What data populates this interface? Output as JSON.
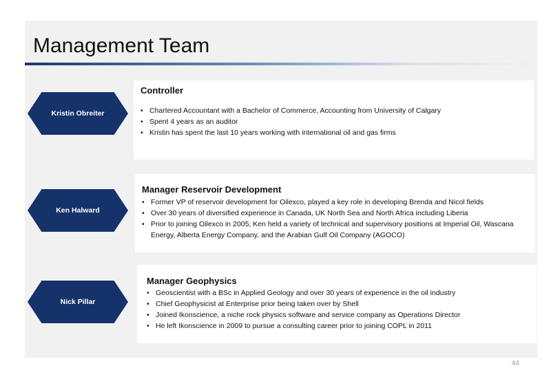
{
  "slide": {
    "title": "Management Team",
    "page_number": "44"
  },
  "team": [
    {
      "name": "Kristin Obreiter",
      "role": "Controller",
      "bullets": [
        "Chartered Accountant with a Bachelor of Commerce, Accounting from University of Calgary",
        "Spent 4 years as an auditor",
        "Kristin has spent the last 10 years working with international oil and gas firms"
      ]
    },
    {
      "name": "Ken Halward",
      "role": "Manager Reservoir Development",
      "bullets": [
        "Former VP of reservoir development for Oilexco, played a key role in developing Brenda and Nicol fields",
        "Over 30 years of diversified experience in Canada, UK North Sea and North Africa including Liberia",
        "Prior to joining Oilexco in 2005, Ken held a variety of technical and supervisory positions at Imperial Oil, Wascana Energy, Alberta Energy Company, and the Arabian Gulf Oil Company (AGOCO)"
      ]
    },
    {
      "name": "Nick Pillar",
      "role": "Manager Geophysics",
      "bullets": [
        "Geoscientist with a BSc in Applied Geology and over 30 years of experience in the oil industry",
        "Chief Geophysicist at Enterprise prior being taken over by Shell",
        "Joined Ikonscience, a niche rock physics software and service company as Operations Director",
        "He left Ikonscience in 2009 to pursue a consulting career prior to joining COPL in 2011"
      ]
    }
  ],
  "colors": {
    "hexagon": "#15326a",
    "background": "#f1f1f1",
    "card": "#ffffff"
  }
}
